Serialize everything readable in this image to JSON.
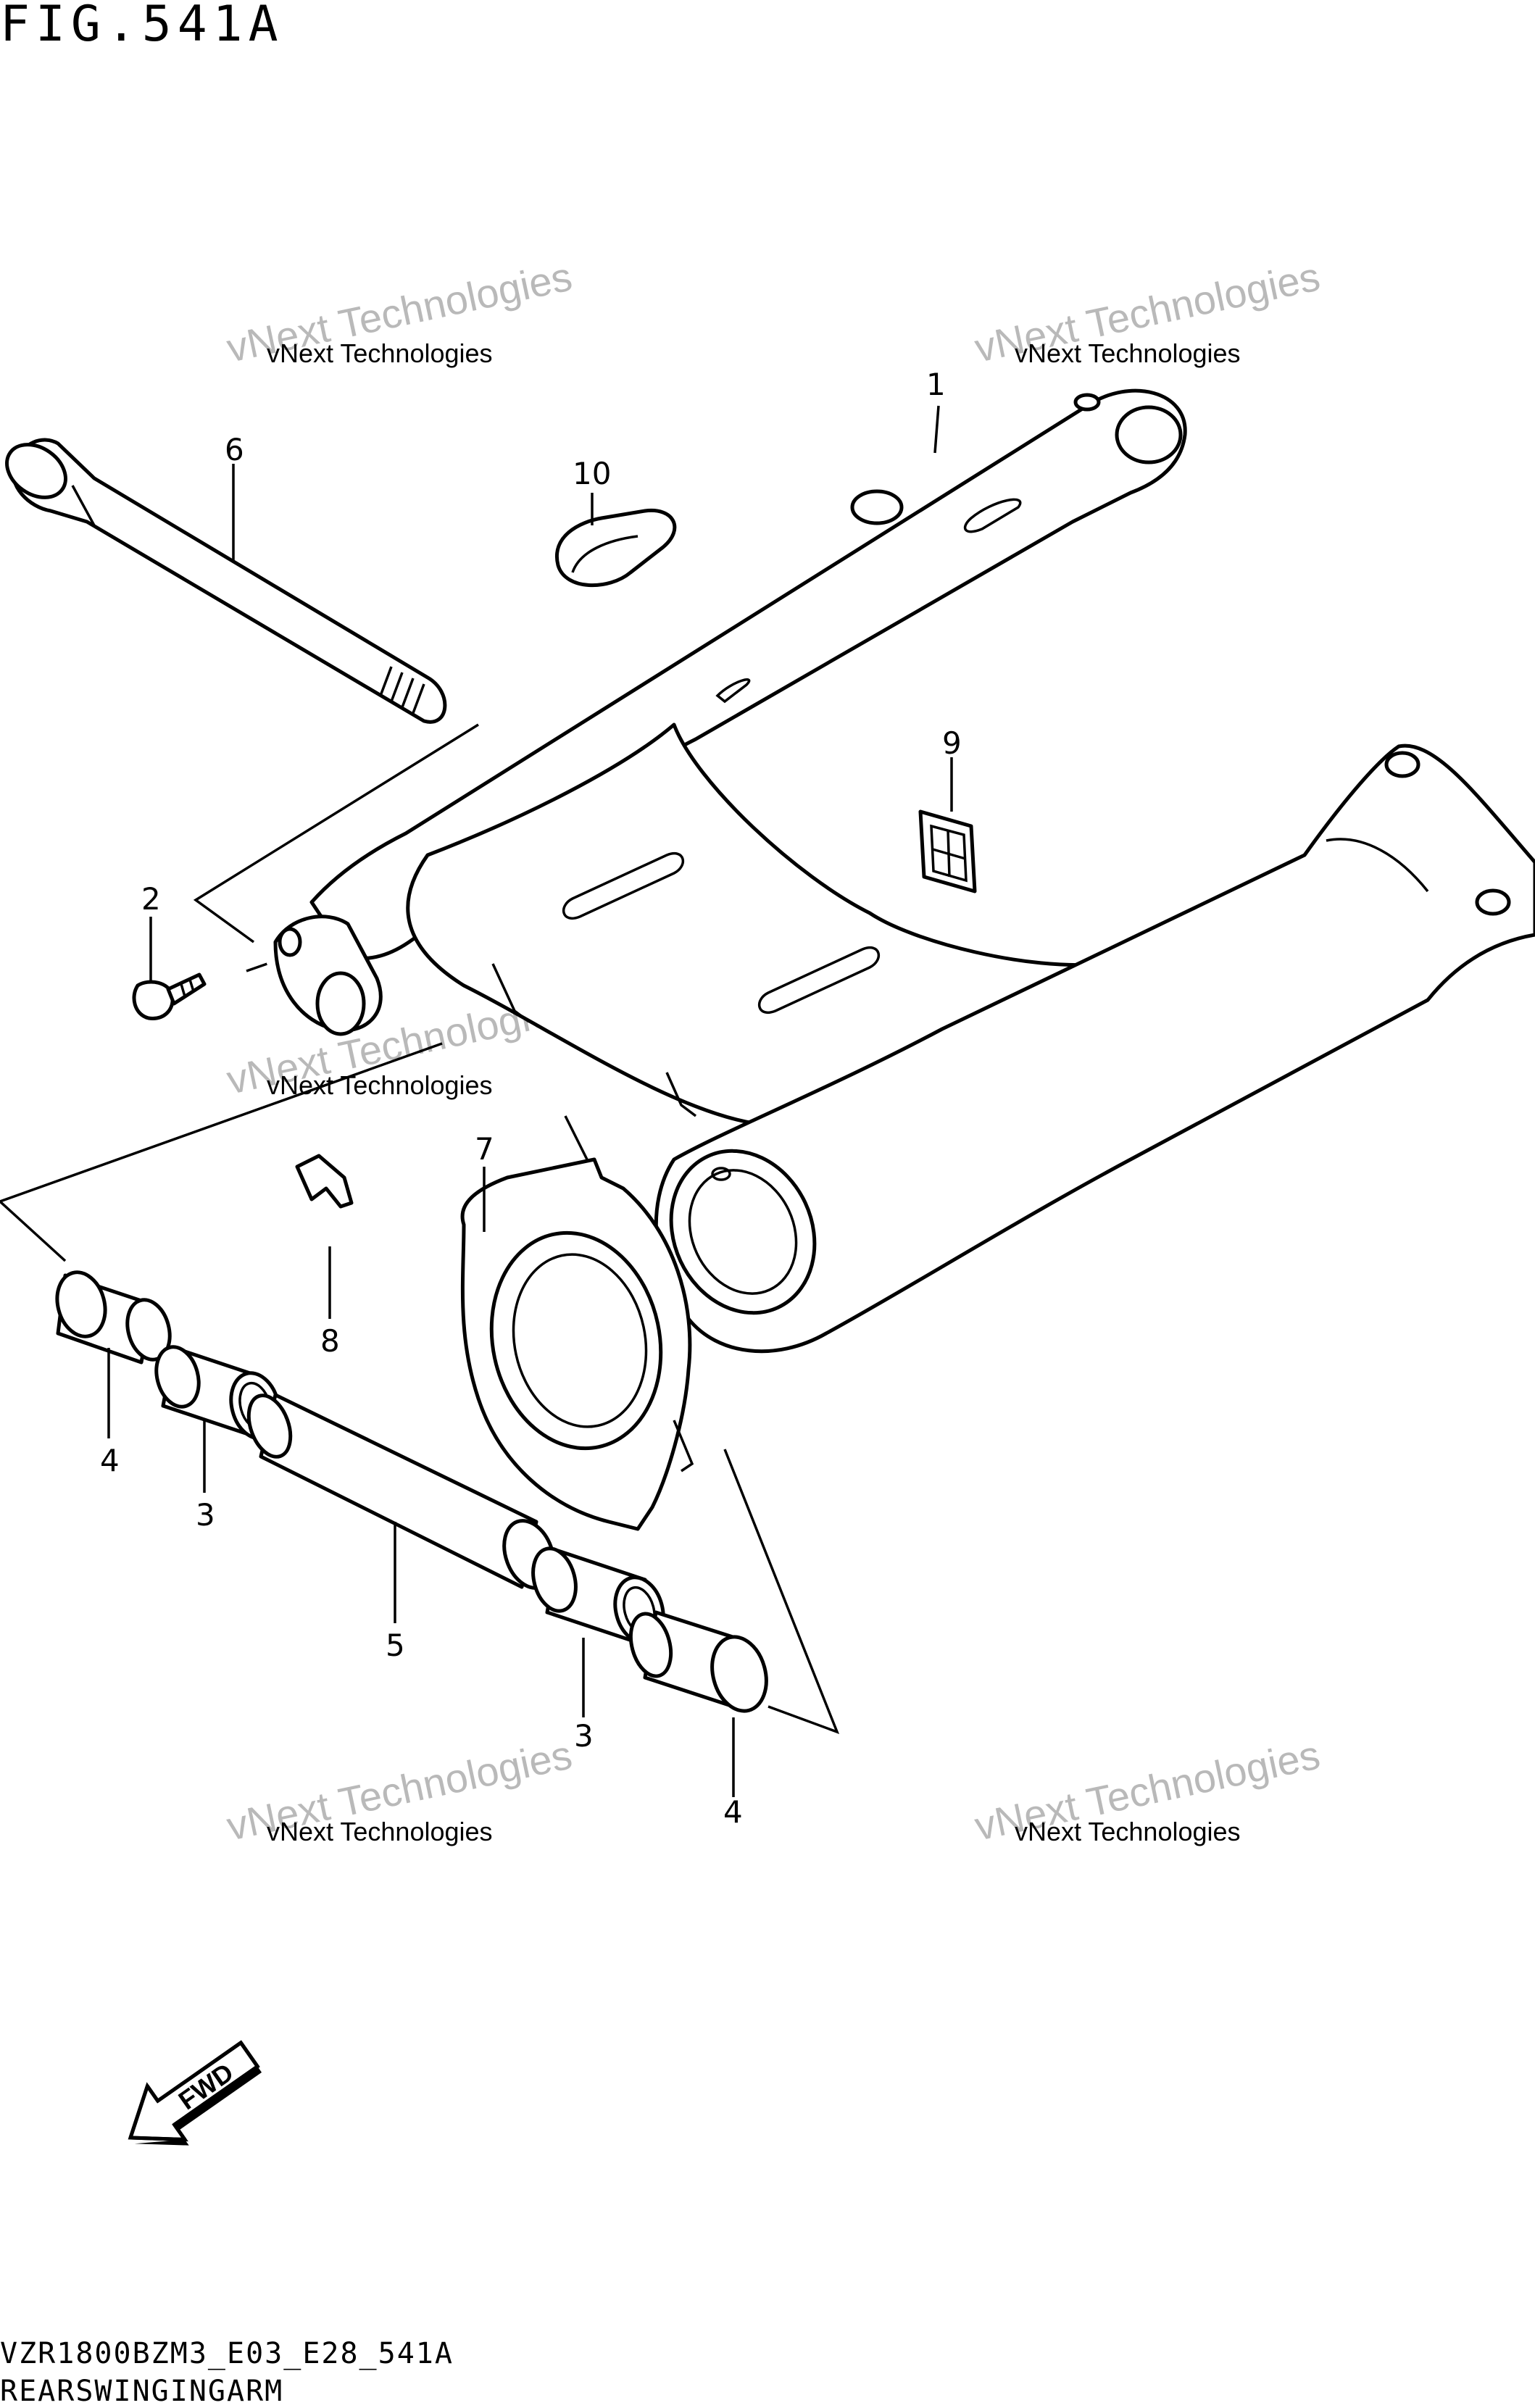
{
  "figure": {
    "title": "FIG.541A"
  },
  "footer": {
    "model_code": "VZR1800BZM3_E03_E28_541A",
    "section_name": "REARSWINGINGARM"
  },
  "watermark": {
    "line1": "vNext Technologies",
    "line2": "vNext Technologies"
  },
  "fwd_label": "FWD",
  "callouts": [
    {
      "id": "c1",
      "label": "1"
    },
    {
      "id": "c2",
      "label": "2"
    },
    {
      "id": "c3a",
      "label": "3"
    },
    {
      "id": "c3b",
      "label": "3"
    },
    {
      "id": "c4a",
      "label": "4"
    },
    {
      "id": "c4b",
      "label": "4"
    },
    {
      "id": "c5",
      "label": "5"
    },
    {
      "id": "c6",
      "label": "6"
    },
    {
      "id": "c7",
      "label": "7"
    },
    {
      "id": "c8",
      "label": "8"
    },
    {
      "id": "c9",
      "label": "9"
    },
    {
      "id": "c10",
      "label": "10"
    }
  ]
}
